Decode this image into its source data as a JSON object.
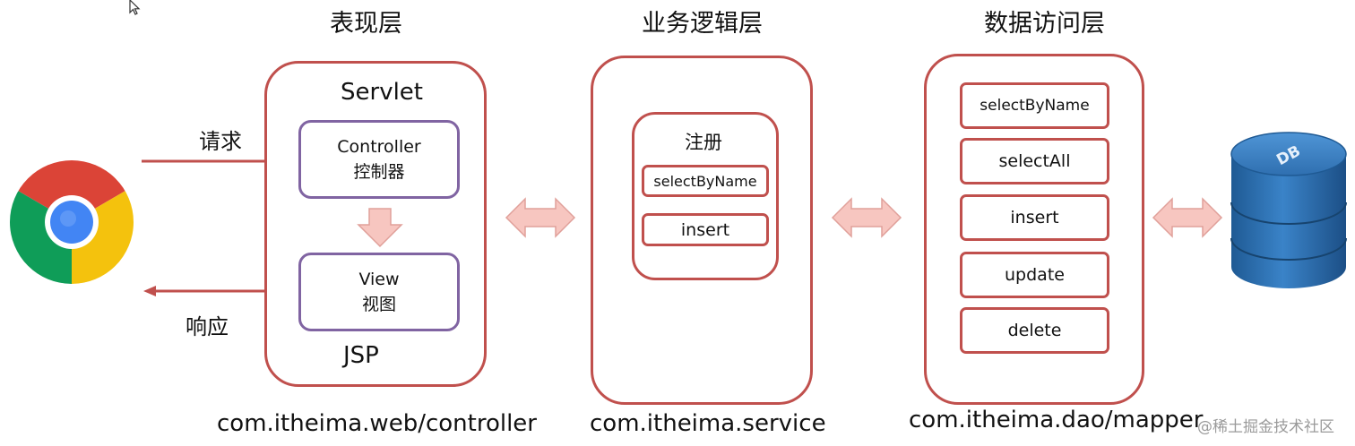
{
  "layers": {
    "presentation": {
      "title": "表现层",
      "servlet_label": "Servlet",
      "controller_label": "Controller",
      "controller_cn": "控制器",
      "view_label": "View",
      "view_cn": "视图",
      "jsp_label": "JSP",
      "package": "com.itheima.web/controller"
    },
    "business": {
      "title": "业务逻辑层",
      "register_label": "注册",
      "methods": [
        "selectByName",
        "insert"
      ],
      "package": "com.itheima.service"
    },
    "data_access": {
      "title": "数据访问层",
      "methods": [
        "selectByName",
        "selectAll",
        "insert",
        "update",
        "delete"
      ],
      "package": "com.itheima.dao/mapper"
    }
  },
  "flow": {
    "request_label": "请求",
    "response_label": "响应"
  },
  "database": {
    "label": "DB"
  },
  "watermark": "@稀土掘金技术社区",
  "icons": [
    "chrome-browser-icon",
    "database-icon",
    "cursor-icon"
  ],
  "colors": {
    "layer_border": "#c0504d",
    "inner_border": "#8064a2",
    "arrow_fill": "#f7c6c0",
    "arrow_line": "#c0504d",
    "db_blue": "#2f6fb0"
  }
}
